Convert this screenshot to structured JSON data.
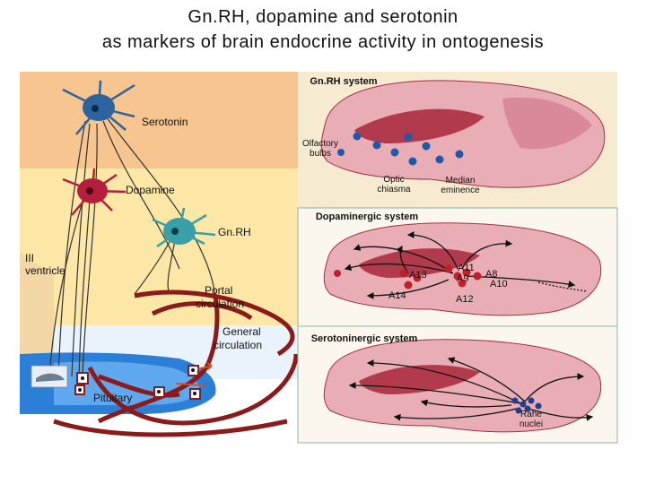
{
  "title": {
    "line1": "Gn.RH, dopamine and serotonin",
    "line2": "as markers of brain endocrine activity in ontogenesis"
  },
  "left_panel": {
    "serotonin": "Serotonin",
    "dopamine": "Dopamine",
    "gnrh": "Gn.RH",
    "iii_ventricle_1": "III",
    "iii_ventricle_2": "ventricle",
    "portal_1": "Portal",
    "portal_2": "circulation",
    "general_1": "General",
    "general_2": "circulation",
    "pituitary": "Pituitary"
  },
  "gnrh_panel": {
    "title": "Gn.RH system",
    "olfactory_1": "Olfactory",
    "olfactory_2": "bulbs",
    "optic_1": "Optic",
    "optic_2": "chiasma",
    "median_1": "Median",
    "median_2": "eminence"
  },
  "dopa_panel": {
    "title": "Dopaminergic system",
    "a13": "A13",
    "a14": "A14",
    "a11": "A11",
    "a8": "A8",
    "a9": "A9",
    "a10": "A10",
    "a12": "A12"
  },
  "sero_panel": {
    "title": "Serotoninergic system",
    "raphe_1": "Rahe",
    "raphe_2": "nuclei"
  },
  "colors": {
    "bg_peach": "#f7c58f",
    "bg_yellow": "#fde7a6",
    "panel_bg": "#f6ead0",
    "brain": "#e9aeb5",
    "brain_dark": "#a33040",
    "neuron_blue": "#2d64a0",
    "neuron_red": "#b41e3c",
    "neuron_teal": "#3aa0a8",
    "vessel": "#8b1a1a",
    "pituitary_blue": "#2b7fd6"
  }
}
